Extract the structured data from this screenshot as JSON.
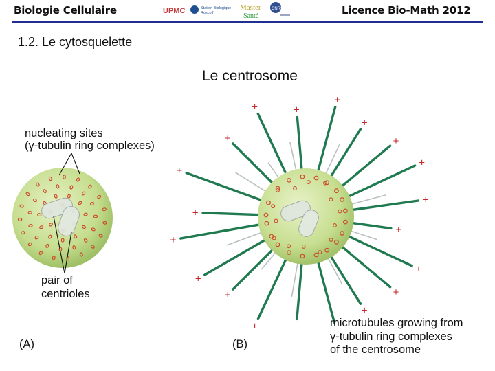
{
  "header": {
    "left": "Biologie Cellulaire",
    "right": "Licence Bio-Math 2012",
    "logos": {
      "upmc": "UPMC",
      "station": "Station Biologique",
      "station_place": "Roscoff",
      "master": "Master",
      "sante": "Santé",
      "cnrs": "CNRS"
    }
  },
  "section_title": "1.2. Le cytosquelette",
  "subtitle": "Le centrosome",
  "figure": {
    "label_nucleating_1": "nucleating sites",
    "label_nucleating_2": "(γ-tubulin ring complexes)",
    "label_centrioles_1": "pair of",
    "label_centrioles_2": "centrioles",
    "panel_a": "(A)",
    "panel_b": "(B)",
    "label_mt_1": "microtubules growing from",
    "label_mt_2": "γ-tubulin ring complexes",
    "label_mt_3": "of the centrosome",
    "plus_sign": "+"
  },
  "colors": {
    "header_rule": "#1e2f8f",
    "centrosome_fill": "#c4dd8c",
    "microtubule": "#1f7a4f",
    "ring": "#cc4a2a",
    "plus": "#c62828"
  }
}
